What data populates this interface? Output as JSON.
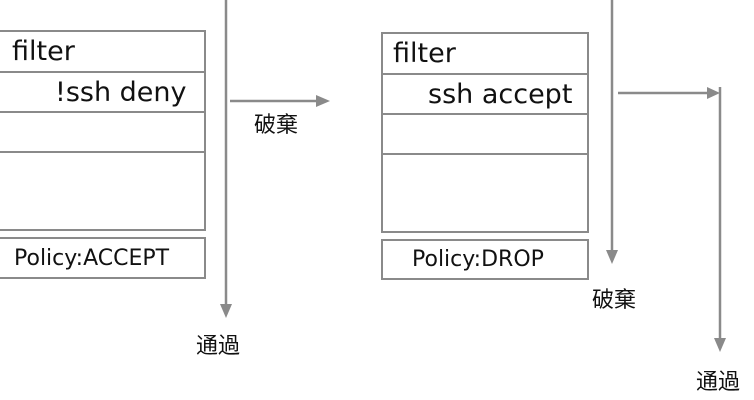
{
  "left_chain": {
    "title": "filter",
    "rule": "!ssh deny",
    "policy": "Policy:ACCEPT",
    "drop_label": "破棄",
    "pass_label": "通過"
  },
  "right_chain": {
    "title": "filter",
    "rule": "ssh accept",
    "policy": "Policy:DROP",
    "drop_label": "破棄",
    "pass_label": "通過"
  },
  "colors": {
    "line": "#8a8a8a",
    "text": "#111111"
  }
}
